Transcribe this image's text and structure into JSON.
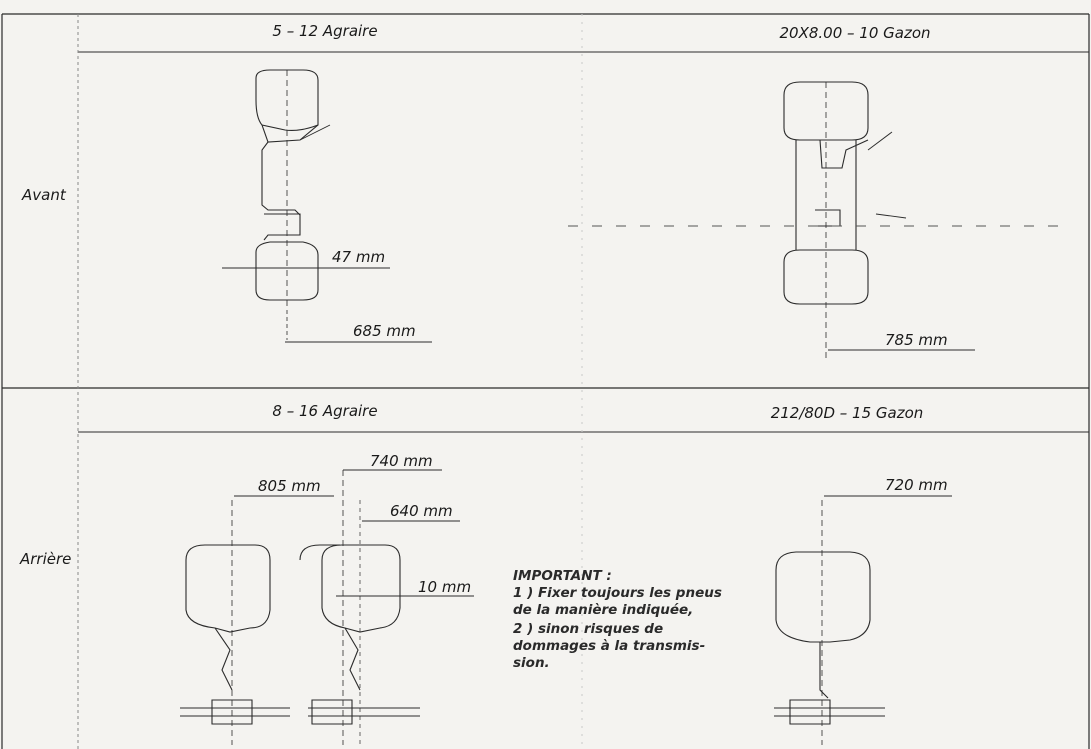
{
  "rows": {
    "front_label": "Avant",
    "rear_label": "Arrière"
  },
  "headers": {
    "front_left": "5 – 12 Agraire",
    "front_right": "20X8.00 – 10 Gazon",
    "rear_left": "8 – 16 Agraire",
    "rear_right": "212/80D – 15 Gazon"
  },
  "dimensions": {
    "front_left_offset": "47 mm",
    "front_left_track": "685 mm",
    "front_right_track": "785 mm",
    "rear_left_outer": "805 mm",
    "rear_left_top": "740 mm",
    "rear_left_mid": "640 mm",
    "rear_left_gap": "10 mm",
    "rear_right_track": "720 mm"
  },
  "note": {
    "title": "IMPORTANT :",
    "lines": [
      "1 ) Fixer toujours les pneus",
      "de la manière indiquée,",
      "2 ) sinon risques de",
      "dommages à la transmis-",
      "sion."
    ]
  }
}
